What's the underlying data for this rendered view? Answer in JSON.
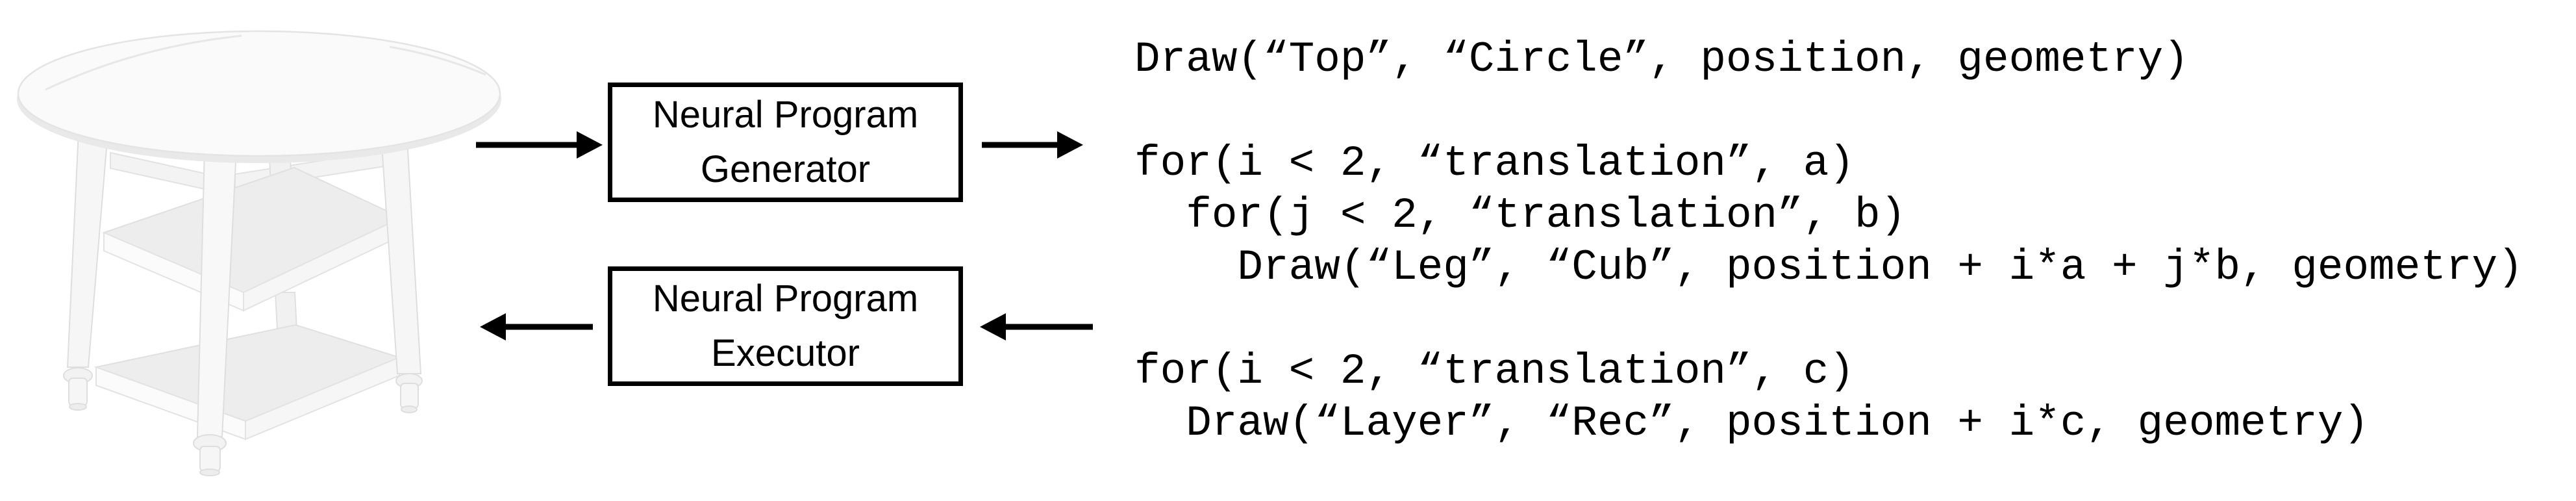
{
  "boxes": {
    "generator": {
      "line1": "Neural Program",
      "line2": "Generator"
    },
    "executor": {
      "line1": "Neural Program",
      "line2": "Executor"
    }
  },
  "code": {
    "lines": [
      "Draw(“Top”, “Circle”, position, geometry)",
      "",
      "for(i < 2, “translation”, a)",
      "  for(j < 2, “translation”, b)",
      "    Draw(“Leg”, “Cub”, position + i*a + j*b, geometry)",
      "",
      "for(i < 2, “translation”, c)",
      "  Draw(“Layer”, “Rec”, position + i*c, geometry)"
    ]
  },
  "icons": {
    "table_photo": "white-round-drop-leaf-table-with-two-shelves",
    "arrow_table_to_generator": "right-arrow",
    "arrow_generator_to_code": "right-arrow",
    "arrow_code_to_executor": "left-arrow",
    "arrow_executor_to_table": "left-arrow"
  },
  "colors": {
    "background": "#ffffff",
    "box_border": "#000000",
    "text": "#000000",
    "arrow": "#000000",
    "table_surface": "#fafafa",
    "table_shadow": "#ebebeb",
    "table_stroke": "#e2e2e2",
    "shelf_top": "#ededed"
  }
}
